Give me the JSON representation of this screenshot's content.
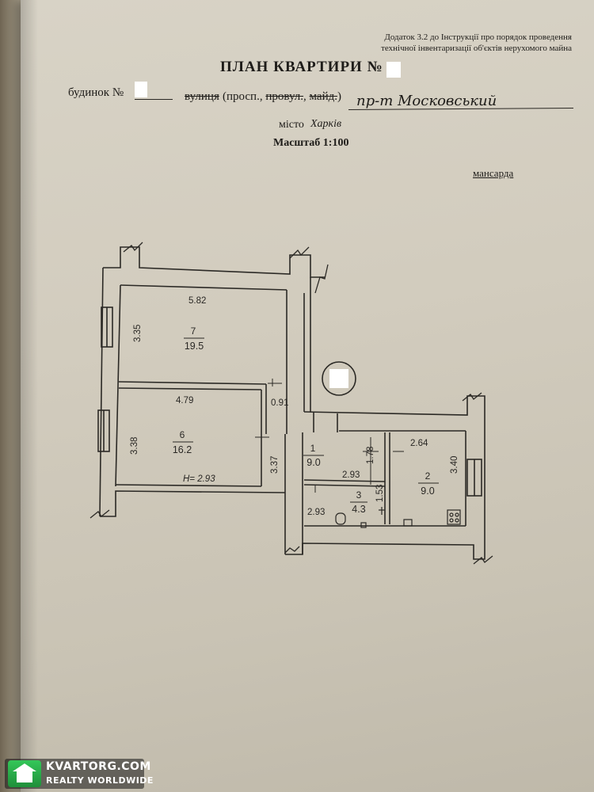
{
  "reference": {
    "line1": "Додаток 3.2 до Інструкції про порядок проведення",
    "line2": "технічної інвентаризації об'єктів нерухомого майна"
  },
  "title": "ПЛАН КВАРТИРИ  №",
  "address": {
    "house_label": "будинок  №",
    "street_label": "вулиця",
    "street_types": "(просп., ",
    "lane_label": "провул.",
    "square_label": "майд.",
    "street_value": "пр-т Московський",
    "city_label": "місто",
    "city_value": "Харків"
  },
  "scale": "Масштаб 1:100",
  "floor_label": "мансарда",
  "plan": {
    "rooms": [
      {
        "number": "7",
        "area": "19.5"
      },
      {
        "number": "6",
        "area": "16.2"
      },
      {
        "number": "1",
        "area": "9.0"
      },
      {
        "number": "2",
        "area": "9.0"
      },
      {
        "number": "3",
        "area": "4.3"
      }
    ],
    "dimensions": {
      "room7_width": "5.82",
      "room7_depth": "3.35",
      "room6_width": "4.79",
      "room6_depth": "3.38",
      "hall_gap": "0.91",
      "hall_depth": "3.37",
      "hall_len": "1.78",
      "hall_width": "2.93",
      "room2_width": "2.64",
      "room2_depth": "3.40",
      "bath_width": "2.93",
      "bath_depth": "1.53"
    },
    "ceiling_height": "H= 2.93"
  },
  "watermark": {
    "brand": "KVARTORG.COM",
    "tagline": "REALTY WORLDWIDE"
  }
}
